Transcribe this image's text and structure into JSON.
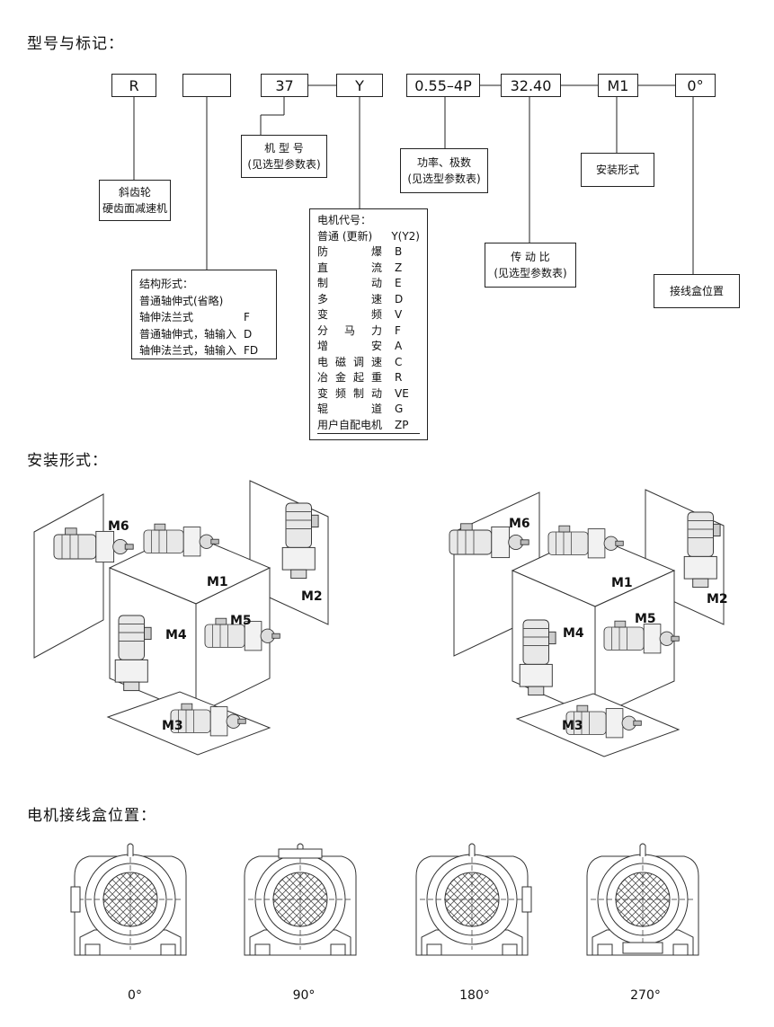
{
  "titles": {
    "model": "型号与标记：",
    "mounting": "安装形式：",
    "terminal": "电机接线盒位置："
  },
  "codes": [
    "R",
    "",
    "37",
    "Y",
    "0.55–4P",
    "32.40",
    "M1",
    "0°"
  ],
  "labels": {
    "helical": [
      "斜齿轮",
      "硬齿面减速机"
    ],
    "model_no": [
      "机 型 号",
      "(见选型参数表)"
    ],
    "power": [
      "功率、极数",
      "(见选型参数表)"
    ],
    "mount": "安装形式",
    "ratio": [
      "传 动 比",
      "(见选型参数表)"
    ],
    "terminal_pos": "接线盒位置"
  },
  "structure": {
    "title": "结构形式：",
    "rows": [
      {
        "k": "普通轴伸式(省略)",
        "v": ""
      },
      {
        "k": "轴伸法兰式",
        "v": "F"
      },
      {
        "k": "普通轴伸式，轴输入",
        "v": "D"
      },
      {
        "k": "轴伸法兰式，轴输入",
        "v": "FD"
      }
    ]
  },
  "motor": {
    "title": "电机代号：",
    "rows": [
      {
        "k": "普通 (更新)",
        "v": "Y(Y2)"
      },
      {
        "k": "防爆",
        "v": "B"
      },
      {
        "k": "直流",
        "v": "Z"
      },
      {
        "k": "制动",
        "v": "E"
      },
      {
        "k": "多速",
        "v": "D"
      },
      {
        "k": "变频",
        "v": "V"
      },
      {
        "k": "分马力",
        "v": "F"
      },
      {
        "k": "增安",
        "v": "A"
      },
      {
        "k": "电磁调速",
        "v": "C"
      },
      {
        "k": "冶金起重",
        "v": "R"
      },
      {
        "k": "变频制动",
        "v": "VE"
      },
      {
        "k": "辊道",
        "v": "G"
      },
      {
        "k": "用户自配电机",
        "v": "ZP"
      }
    ]
  },
  "mount_positions": [
    "M1",
    "M2",
    "M3",
    "M4",
    "M5",
    "M6"
  ],
  "degrees": [
    "0°",
    "90°",
    "180°",
    "270°"
  ]
}
